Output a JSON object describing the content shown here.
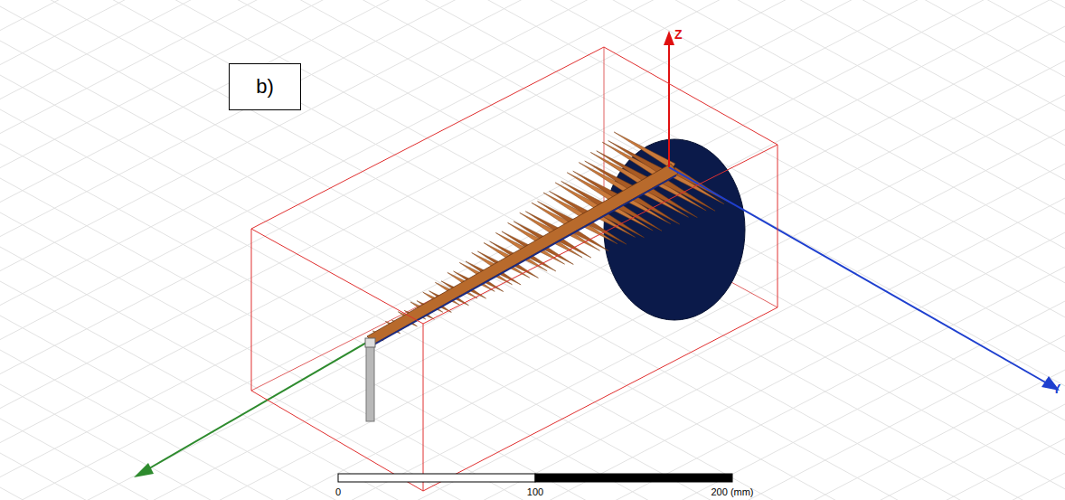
{
  "diagram": {
    "nodes": [
      {
        "text": [
          "b)"
        ]
      }
    ],
    "labels": [
      "Z",
      "Y",
      "0",
      "100",
      "200 (mm)"
    ]
  }
}
